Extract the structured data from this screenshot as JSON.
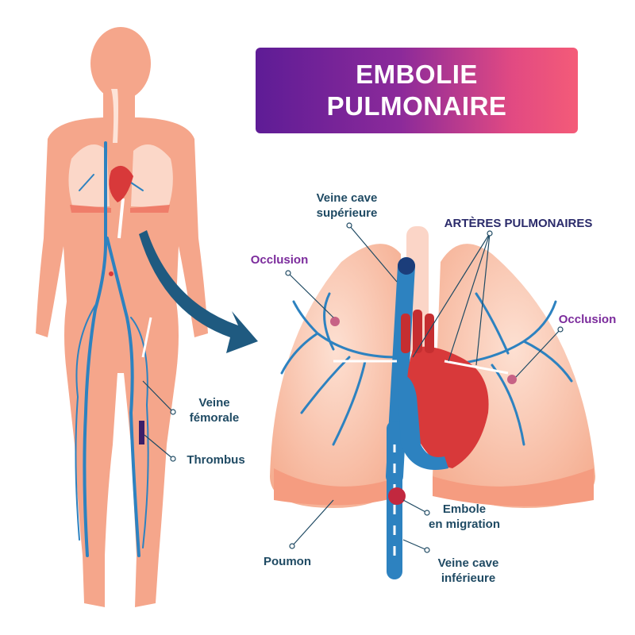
{
  "title": {
    "line1": "EMBOLIE",
    "line2": "PULMONAIRE"
  },
  "labels": {
    "veine_cave_superieure": {
      "line1": "Veine cave",
      "line2": "supérieure"
    },
    "arteres_pulmonaires": "ARTÈRES PULMONAIRES",
    "occlusion_left": "Occlusion",
    "occlusion_right": "Occlusion",
    "veine_femorale": {
      "line1": "Veine",
      "line2": "fémorale"
    },
    "thrombus": "Thrombus",
    "embole": {
      "line1": "Embole",
      "line2": "en migration"
    },
    "poumon": "Poumon",
    "veine_cave_inferieure": {
      "line1": "Veine cave",
      "line2": "inférieure"
    }
  },
  "colors": {
    "skin": "#f5a68b",
    "lung": "#f8bca4",
    "vein": "#2d82c0",
    "vein_dark": "#1b5a8e",
    "heart": "#d8393a",
    "label": "#1f4a63",
    "occlusion": "#7b2b9c"
  }
}
